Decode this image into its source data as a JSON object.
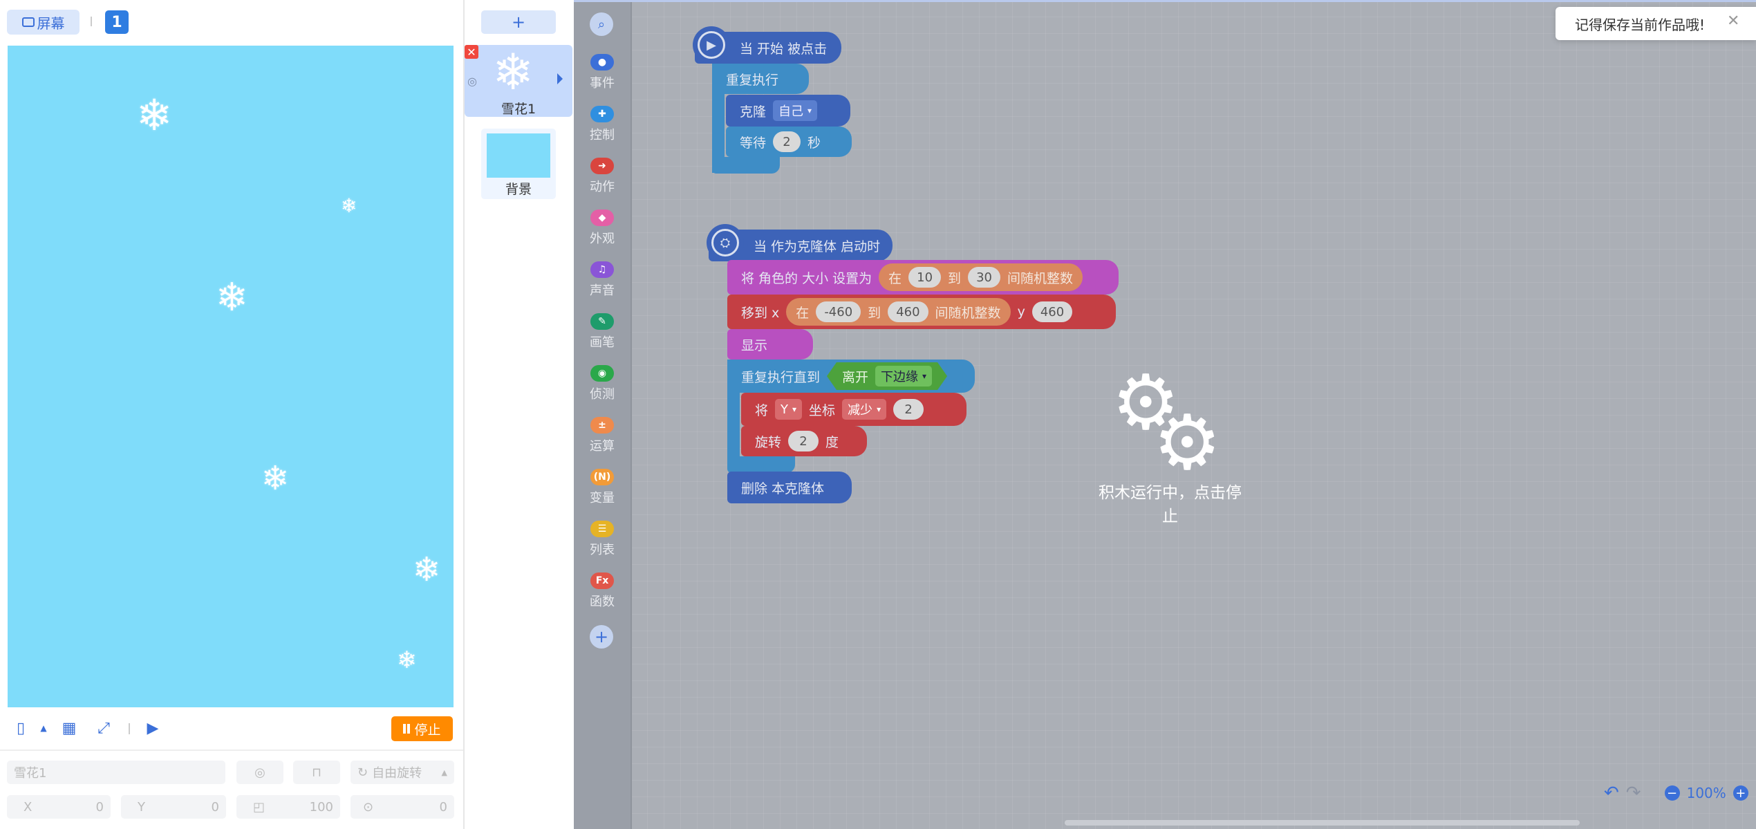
{
  "stage_header": {
    "screen_label": "屏幕",
    "scene_number": "1"
  },
  "stage_controls": {
    "stop_label": "停止"
  },
  "properties": {
    "name_placeholder": "雪花1",
    "rotation_label": "自由旋转",
    "x_label": "X",
    "x_value": "0",
    "y_label": "Y",
    "y_value": "0",
    "size_value": "100",
    "direction_value": "0"
  },
  "sprites": {
    "add_label": "+",
    "items": [
      {
        "name": "雪花1"
      },
      {
        "name": "背景"
      }
    ]
  },
  "categories": [
    {
      "label": "事件",
      "color": "#3b6fd8"
    },
    {
      "label": "控制",
      "color": "#2f8fe0"
    },
    {
      "label": "动作",
      "color": "#d9453e"
    },
    {
      "label": "外观",
      "color": "#e45fa6"
    },
    {
      "label": "声音",
      "color": "#8a55d7"
    },
    {
      "label": "画笔",
      "color": "#1e9c6b"
    },
    {
      "label": "侦测",
      "color": "#2aa84a"
    },
    {
      "label": "运算",
      "color": "#ef8a4c"
    },
    {
      "label": "变量",
      "color": "#f29b38"
    },
    {
      "label": "列表",
      "color": "#e6b325"
    },
    {
      "label": "函数",
      "color": "#e0564a"
    }
  ],
  "script1": {
    "hat": "当 开始 被点击",
    "forever": "重复执行",
    "clone": "克隆",
    "clone_target": "自己",
    "wait": "等待",
    "wait_value": "2",
    "wait_unit": "秒"
  },
  "script2": {
    "hat": "当 作为克隆体 启动时",
    "set_size": "将 角色的 大小 设置为",
    "rand_in": "在",
    "size_min": "10",
    "rand_to": "到",
    "size_max": "30",
    "rand_int": "间随机整数",
    "move_to_x": "移到 x",
    "x_min": "-460",
    "x_max": "460",
    "y_label": "y",
    "y_value": "460",
    "show": "显示",
    "repeat_until": "重复执行直到",
    "leave": "离开",
    "edge": "下边缘",
    "set_coord": "将",
    "axis": "Y",
    "coord_label": "坐标",
    "change": "减少",
    "change_value": "2",
    "turn": "旋转",
    "turn_value": "2",
    "turn_unit": "度",
    "delete_clone": "删除 本克隆体"
  },
  "overlay": {
    "running_text": "积木运行中，点击停止"
  },
  "toast": {
    "message": "记得保存当前作品哦!"
  },
  "zoom": {
    "level": "100%"
  }
}
